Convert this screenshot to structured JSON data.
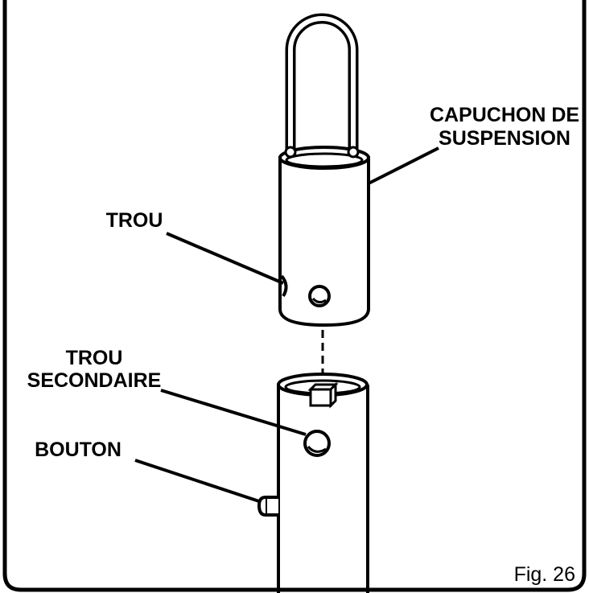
{
  "labels": {
    "hanging_cap_line1": "CAPUCHON DE",
    "hanging_cap_line2": "SUSPENSION",
    "hole": "TROU",
    "secondary_hole_line1": "TROU",
    "secondary_hole_line2": "SECONDAIRE",
    "button": "BOUTON",
    "figure": "Fig. 26"
  },
  "colors": {
    "ink": "#000000",
    "paper": "#ffffff"
  }
}
